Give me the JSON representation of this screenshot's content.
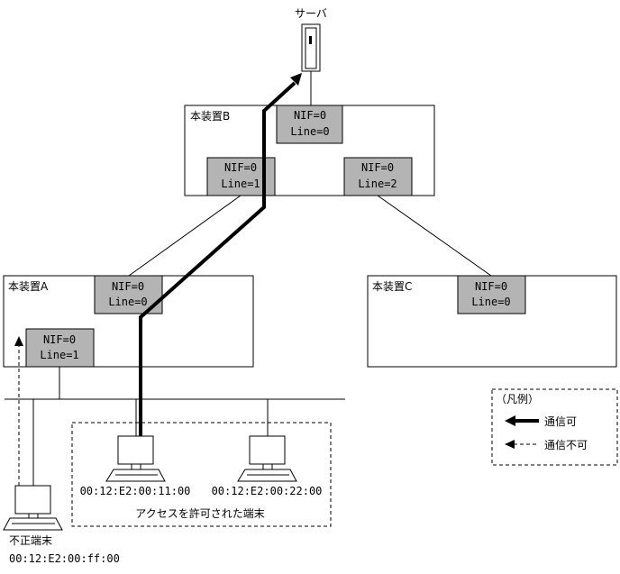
{
  "server": {
    "label": "サーバ"
  },
  "devices": {
    "b": {
      "label": "本装置B",
      "nif_top": {
        "nif": "NIF=0",
        "line": "Line=0"
      },
      "nif_left": {
        "nif": "NIF=0",
        "line": "Line=1"
      },
      "nif_right": {
        "nif": "NIF=0",
        "line": "Line=2"
      }
    },
    "a": {
      "label": "本装置A",
      "nif_top": {
        "nif": "NIF=0",
        "line": "Line=0"
      },
      "nif_bottom": {
        "nif": "NIF=0",
        "line": "Line=1"
      }
    },
    "c": {
      "label": "本装置C",
      "nif_top": {
        "nif": "NIF=0",
        "line": "Line=0"
      }
    }
  },
  "terminals": {
    "allowed_1": {
      "mac": "00:12:E2:00:11:00"
    },
    "allowed_2": {
      "mac": "00:12:E2:00:22:00"
    },
    "allowed_group_label": "アクセスを許可された端末",
    "unauthorized": {
      "label": "不正端末",
      "mac": "00:12:E2:00:ff:00"
    }
  },
  "legend": {
    "title": "（凡例）",
    "allowed": "通信可",
    "denied": "通信不可"
  },
  "colors": {
    "nif_fill": "#b4b4b4",
    "line": "#000000",
    "background": "#ffffff"
  }
}
